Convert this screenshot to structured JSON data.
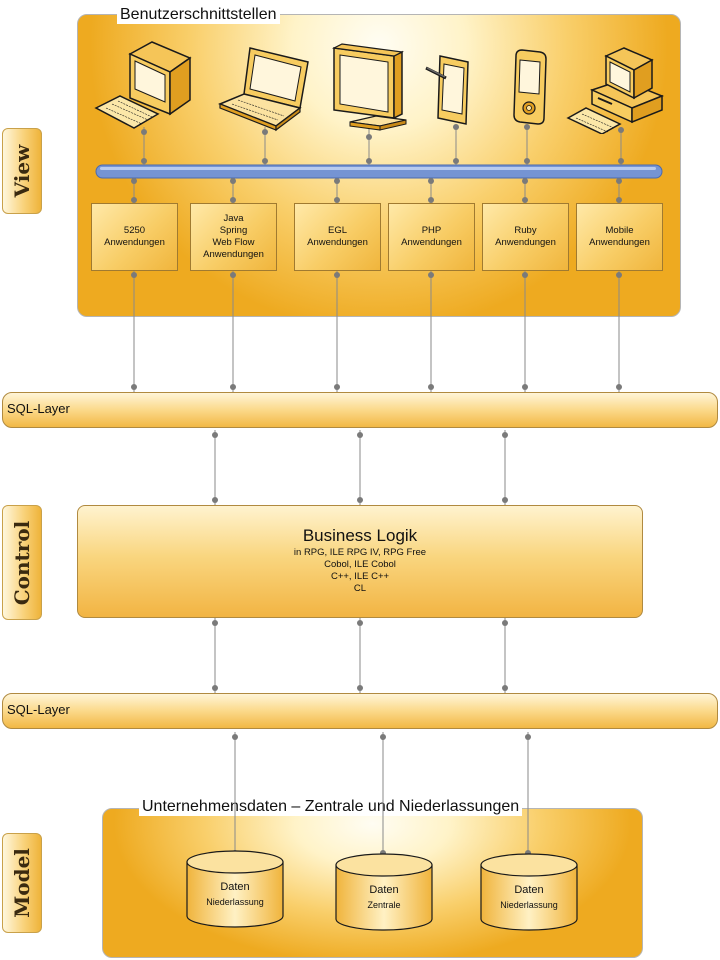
{
  "view": {
    "label": "View",
    "panel_title": "Benutzerschnittstellen",
    "devices": [
      "desktop-computer-icon",
      "laptop-icon",
      "monitor-icon",
      "tablet-pen-icon",
      "pda-icon",
      "workstation-icon"
    ],
    "apps": [
      {
        "label": "5250\nAnwendungen"
      },
      {
        "label": "Java\nSpring\nWeb Flow\nAnwendungen"
      },
      {
        "label": "EGL\nAnwendungen"
      },
      {
        "label": "PHP\nAnwendungen"
      },
      {
        "label": "Ruby\nAnwendungen"
      },
      {
        "label": "Mobile\nAnwendungen"
      }
    ]
  },
  "sql_layer_top": {
    "label": "SQL-Layer"
  },
  "control": {
    "label": "Control",
    "title": "Business Logik",
    "lines": "in RPG, ILE RPG IV, RPG Free\nCobol, ILE Cobol\nC++, ILE C++\nCL"
  },
  "sql_layer_bottom": {
    "label": "SQL-Layer"
  },
  "model": {
    "label": "Model",
    "panel_title": "Unternehmensdaten – Zentrale und Niederlassungen",
    "databases": [
      {
        "name": "Daten",
        "sub": "Niederlassung"
      },
      {
        "name": "Daten",
        "sub": "Zentrale"
      },
      {
        "name": "Daten",
        "sub": "Niederlassung"
      }
    ]
  },
  "colors": {
    "accent": "#f2b445",
    "bus": "#6f8fd0",
    "wire": "#7a7a7a"
  }
}
